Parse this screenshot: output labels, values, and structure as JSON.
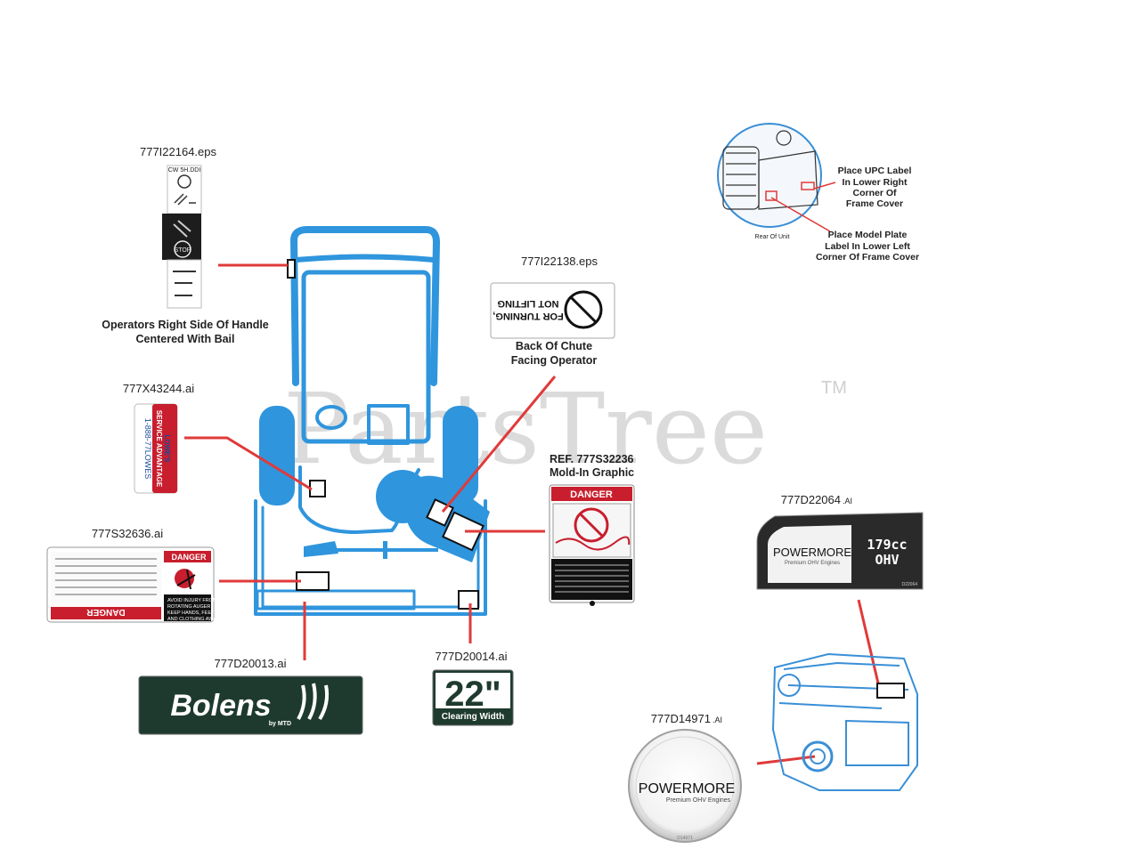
{
  "watermark": {
    "brand": "PartsTree",
    "trademark": "TM"
  },
  "colors": {
    "machine": "#2f95dd",
    "leader": "#e03a3a",
    "danger": "#c81e2d",
    "dark_label": "#1e3a2f"
  },
  "labels": {
    "handle": {
      "part": "777I22164.eps",
      "caption_line1": "Operators Right Side Of Handle",
      "caption_line2": "Centered With Bail",
      "top_text": "CW 5H.DDI",
      "stop_text": "STOP"
    },
    "chute": {
      "part": "777I22138.eps",
      "text_line1": "FOR TURNING,",
      "text_line2": "NOT LIFTING",
      "caption_line1": "Back Of Chute",
      "caption_line2": "Facing Operator"
    },
    "service": {
      "part": "777X43244.ai",
      "brand": "LOWE'S",
      "title": "SERVICE ADVANTAGE",
      "phone": "1-888-77LOWES"
    },
    "danger_auger": {
      "part": "777S32636.ai",
      "banner": "DANGER",
      "avoid_text1": "AVOID INJURY FROM",
      "avoid_text2": "ROTATING AUGER -",
      "avoid_text3": "KEEP HANDS, FEET",
      "avoid_text4": "AND CLOTHING AWAY"
    },
    "mold_in": {
      "ref_line1": "REF. 777S32236",
      "ref_line2": "Mold-In Graphic",
      "banner": "DANGER"
    },
    "bolens": {
      "part": "777D20013.ai",
      "brand": "Bolens",
      "sub": "by MTD"
    },
    "clearing": {
      "part": "777D20014.ai",
      "width": "22\"",
      "text": "Clearing Width"
    },
    "engine_label": {
      "part_main": "777D22064",
      "part_ext": ".AI",
      "brand": "POWERMORE",
      "tagline": "Premium OHV Engines",
      "displacement": "179cc",
      "type": "OHV",
      "code": "D22064"
    },
    "engine_badge": {
      "part_main": "777D14971",
      "part_ext": ".AI",
      "brand": "POWERMORE",
      "tagline": "Premium OHV Engines",
      "code": "D14971"
    },
    "inset": {
      "upc_line1": "Place UPC Label",
      "upc_line2": "In Lower Right",
      "upc_line3": "Corner Of",
      "upc_line4": "Frame Cover",
      "model_line1": "Place Model Plate",
      "model_line2": "Label In Lower Left",
      "model_line3": "Corner Of Frame Cover",
      "rear": "Rear Of Unit"
    }
  }
}
